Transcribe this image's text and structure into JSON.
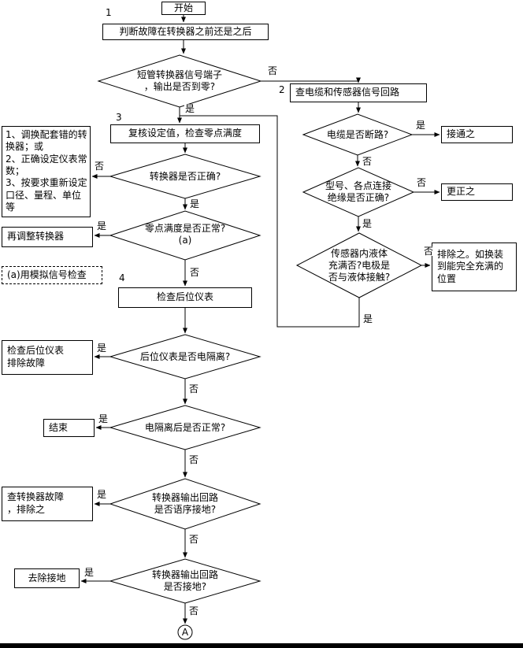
{
  "labels": {
    "yes": "是",
    "no": "否",
    "n1": "1",
    "n2": "2",
    "n3": "3",
    "n4": "4",
    "connector_a": "A"
  },
  "nodes": {
    "start": "开始",
    "judge_fault": "判断故障在转换器之前还是之后",
    "d_short_signal": "短管转换器信号端子\n，输出是否到零?",
    "check_cable": "查电缆和传感器信号回路",
    "d_cable_open": "电缆是否断路?",
    "connect_it": "接通之",
    "d_model_insulation": "型号、各点连接\n绝缘是否正确?",
    "correct_it": "更正之",
    "d_sensor_liquid": "传感器内液体\n充满否?电极是\n否与液体接触?",
    "eliminate_refill": "排除之。如换装\n到能完全充满的\n位置",
    "recheck_setpoint": "复核设定值，检查零点满度",
    "d_converter_ok": "转换器是否正确?",
    "fix_steps": [
      "1、调换配套错的转换器；或",
      "2、正确设定仪表常数；",
      "3、按要求重新设定口径、量程、单位等"
    ],
    "readjust_converter": "再调整转换器",
    "d_zero_span": "零点满度是否正常?",
    "d_zero_span_note": "(a)",
    "analog_note": "(a)用模拟信号检查",
    "check_rear_meter": "检查后位仪表",
    "d_rear_isolated": "后位仪表是否电隔离?",
    "check_rear_fix": "检查后位仪表\n排除故障",
    "d_after_isolation": "电隔离后是否正常?",
    "end": "结束",
    "d_output_grounded_seq": "转换器输出回路\n是否语序接地?",
    "check_converter_fault": "查转换器故障\n，排除之",
    "d_output_grounded": "转换器输出回路\n是否接地?",
    "remove_ground": "去除接地"
  }
}
